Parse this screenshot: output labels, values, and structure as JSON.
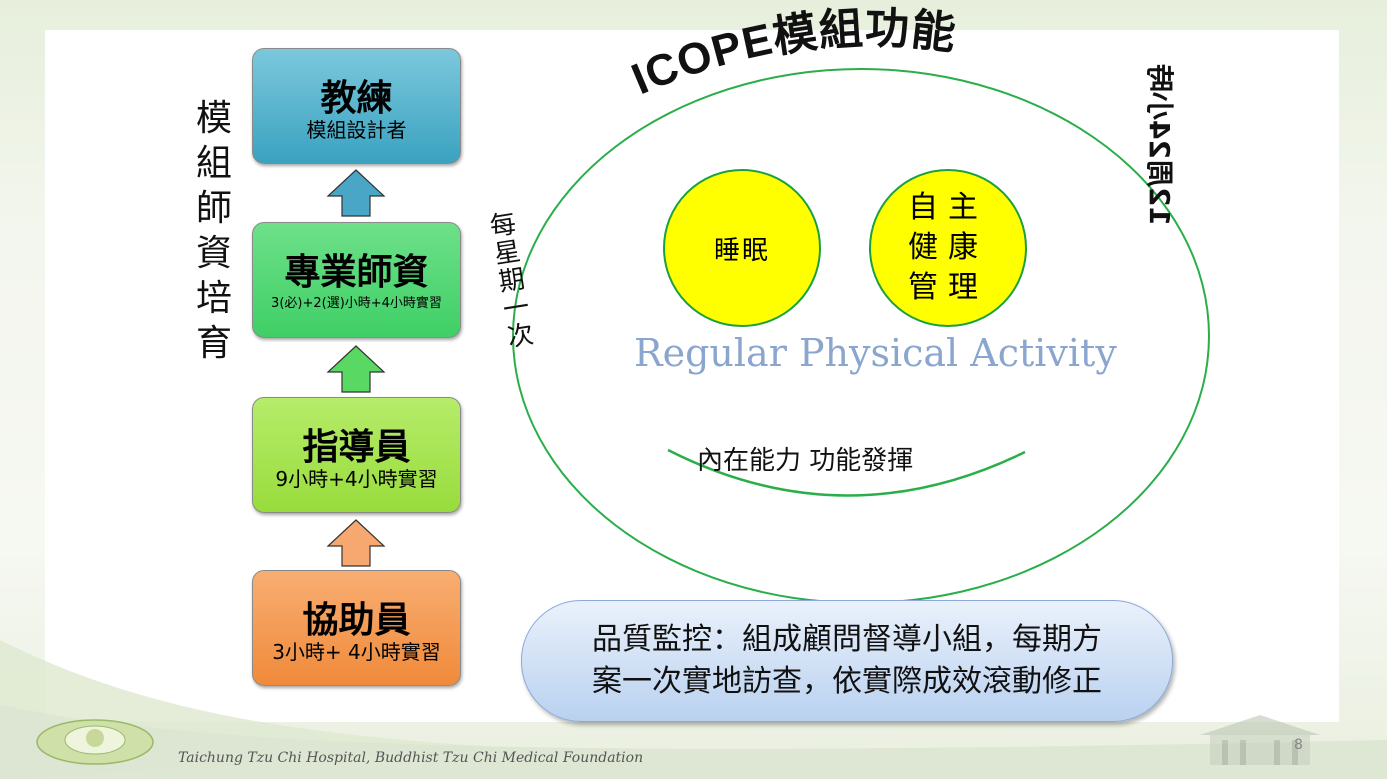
{
  "title": "ICOPE模組功能",
  "vertical_title": "模組師資培育",
  "levels": [
    {
      "title": "教練",
      "subtitle": "模組設計者",
      "color": "#3aa2c0"
    },
    {
      "title": "專業師資",
      "subtitle": "3(必)+2(選)小時+4小時實習",
      "color": "#3fcf66"
    },
    {
      "title": "指導員",
      "subtitle": "9小時+4小時實習",
      "color": "#98dc3c"
    },
    {
      "title": "協助員",
      "subtitle": "3小時+ 4小時實習",
      "color": "#f08a3a"
    }
  ],
  "circles": {
    "sleep": "睡眠",
    "self_health": [
      "自主",
      "健康",
      "管理"
    ]
  },
  "activity": "Regular Physical Activity",
  "ability": "內在能力 功能發揮",
  "side_left": "每星期一次",
  "side_right": "12周24小時",
  "quality": [
    "品質監控：組成顧問督導小組，每期方",
    "案一次實地訪查，依實際成效滾動修正"
  ],
  "footer": "Taichung Tzu Chi Hospital, Buddhist Tzu Chi Medical Foundation",
  "page_number": "8",
  "colors": {
    "ring": "#2aae4a",
    "circle_fill": "#ffff00",
    "activity_text": "#8aa6cf"
  }
}
